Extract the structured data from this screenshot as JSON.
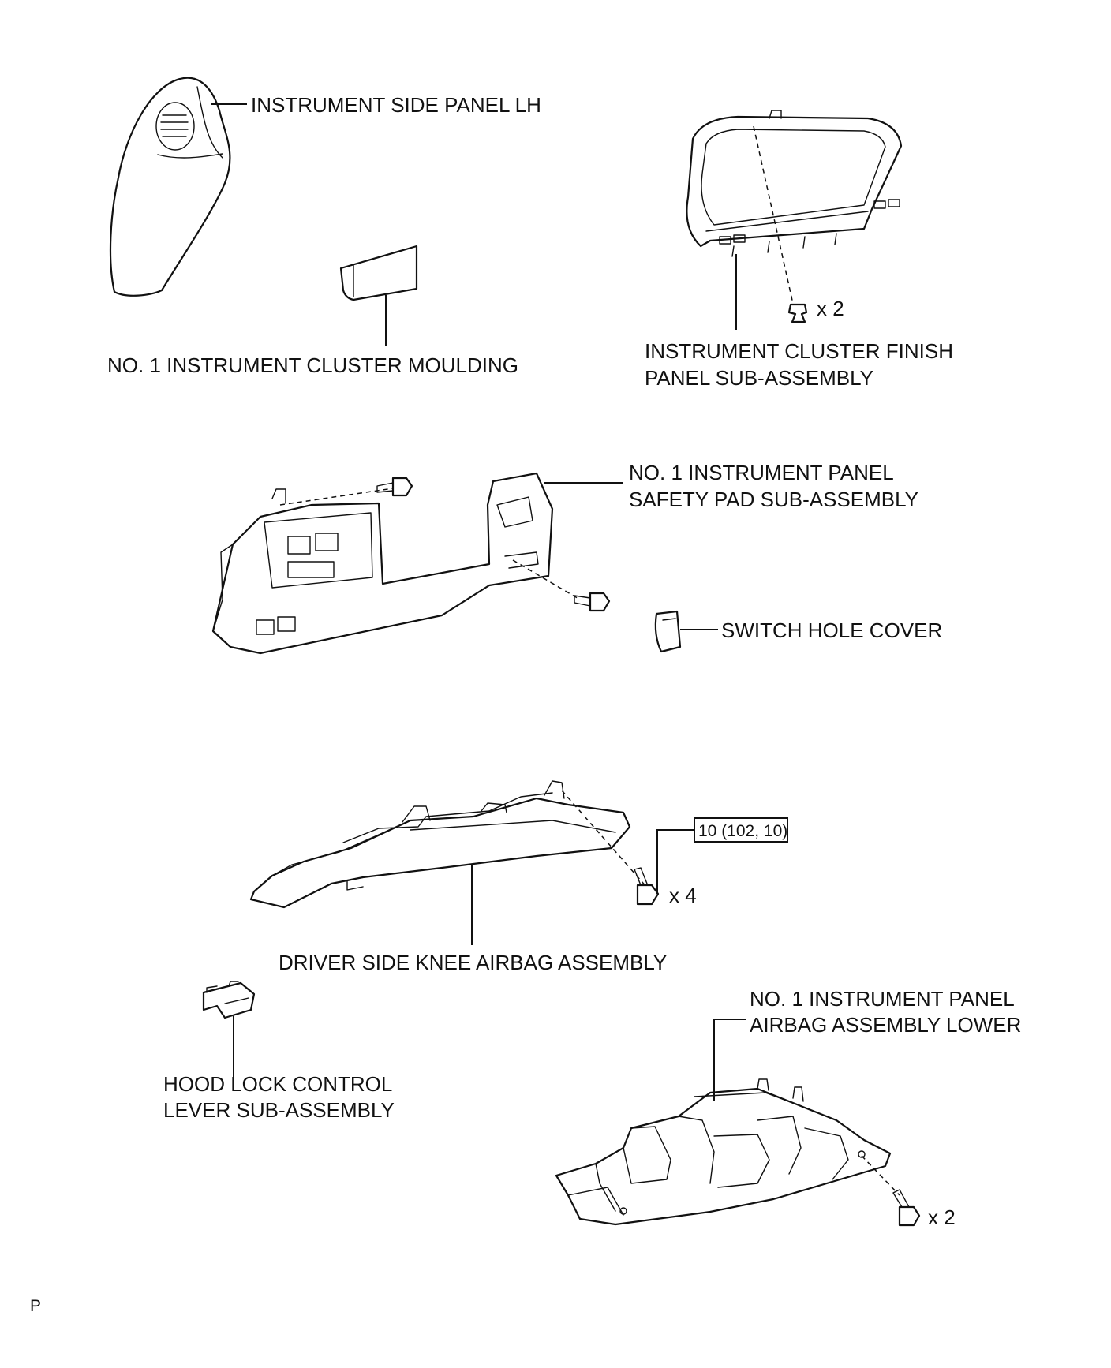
{
  "labels": {
    "side_panel": "INSTRUMENT SIDE PANEL LH",
    "cluster_moulding": "NO. 1 INSTRUMENT CLUSTER MOULDING",
    "cluster_finish_line1": "INSTRUMENT CLUSTER FINISH",
    "cluster_finish_line2": "PANEL SUB-ASSEMBLY",
    "safety_pad_line1": "NO. 1 INSTRUMENT PANEL",
    "safety_pad_line2": "SAFETY PAD SUB-ASSEMBLY",
    "switch_hole_cover": "SWITCH HOLE COVER",
    "knee_airbag": "DRIVER SIDE KNEE AIRBAG ASSEMBLY",
    "lower_airbag_line1": "NO. 1 INSTRUMENT PANEL",
    "lower_airbag_line2": "AIRBAG ASSEMBLY LOWER",
    "hood_lever_line1": "HOOD LOCK CONTROL",
    "hood_lever_line2": "LEVER SUB-ASSEMBLY"
  },
  "quantities": {
    "clip_count": "x 2",
    "knee_bolt_count": "x 4",
    "lower_bolt_count": "x 2"
  },
  "torque": "10 (102, 10)",
  "page_marker": "P"
}
